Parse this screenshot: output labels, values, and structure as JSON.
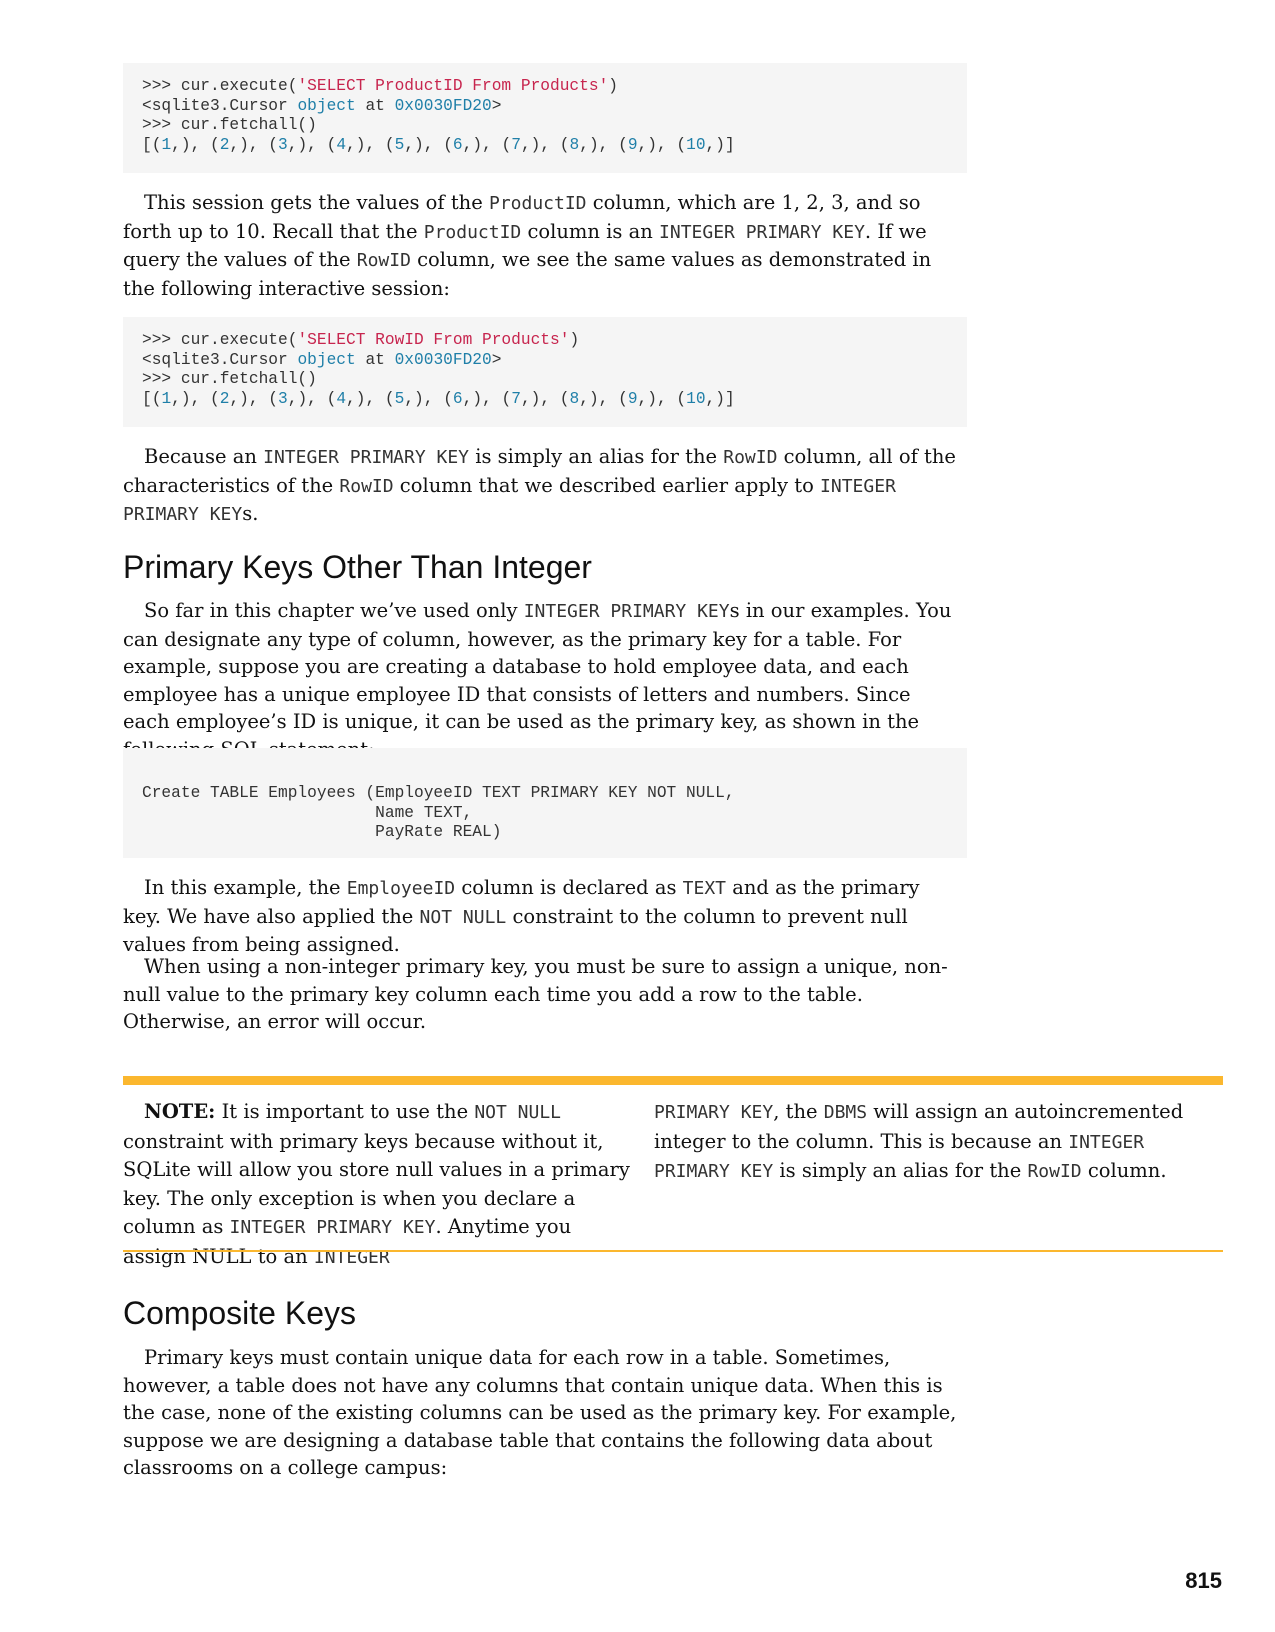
{
  "code1": {
    "l1a": ">>> cur.execute(",
    "l1s": "'SELECT ProductID From Products'",
    "l1b": ")",
    "l2a": "<sqlite3.Cursor ",
    "l2k": "object",
    "l2b": " at ",
    "l2n": "0x0030FD20",
    "l2c": ">",
    "l3": ">>> cur.fetchall()",
    "l4": [
      "[(",
      "1",
      ",), (",
      "2",
      ",), (",
      "3",
      ",), (",
      "4",
      ",), (",
      "5",
      ",), (",
      "6",
      ",), (",
      "7",
      ",), (",
      "8",
      ",), (",
      "9",
      ",), (",
      "10",
      ",)]"
    ]
  },
  "p1": {
    "a": "This session gets the values of the ",
    "m1": "ProductID",
    "b": " column, which are 1, 2, 3, and so forth up to 10. Recall that the ",
    "m2": "ProductID",
    "c": " column is an ",
    "m3": "INTEGER PRIMARY KEY",
    "d": ". If we query the values of the ",
    "m4": "RowID",
    "e": " column, we see the same values as demonstrated in the following interactive session:"
  },
  "code2": {
    "l1a": ">>> cur.execute(",
    "l1s": "'SELECT RowID From Products'",
    "l1b": ")",
    "l2a": "<sqlite3.Cursor ",
    "l2k": "object",
    "l2b": " at ",
    "l2n": "0x0030FD20",
    "l2c": ">",
    "l3": ">>> cur.fetchall()",
    "l4": [
      "[(",
      "1",
      ",), (",
      "2",
      ",), (",
      "3",
      ",), (",
      "4",
      ",), (",
      "5",
      ",), (",
      "6",
      ",), (",
      "7",
      ",), (",
      "8",
      ",), (",
      "9",
      ",), (",
      "10",
      ",)]"
    ]
  },
  "p2": {
    "a": "Because an ",
    "m1": "INTEGER PRIMARY KEY",
    "b": " is simply an alias for the ",
    "m2": "RowID",
    "c": " column, all of the characteristics of the ",
    "m3": "RowID",
    "d": " column that we described earlier apply to ",
    "m4": "INTEGER PRIMARY KEY",
    "e": "s."
  },
  "h1": "Primary Keys Other Than Integer",
  "p3": {
    "a": "So far in this chapter we’ve used only ",
    "m1": "INTEGER PRIMARY KEY",
    "b": "s in our examples. You can designate any type of column, however, as the primary key for a table. For example, suppose you are creating a database to hold employee data, and each employee has a unique employee ID that consists of letters and numbers. Since each employee’s ID is unique, it can be used as the primary key, as shown in the following SQL statement:"
  },
  "code3": {
    "l1": "Create TABLE Employees (EmployeeID TEXT PRIMARY KEY NOT NULL,",
    "l2": "                        Name TEXT,",
    "l3": "                        PayRate REAL)"
  },
  "p4": {
    "a": "In this example, the ",
    "m1": "EmployeeID",
    "b": " column is declared as ",
    "m2": "TEXT",
    "c": " and as the primary key. We have also applied the ",
    "m3": "NOT NULL",
    "d": " constraint to the column to prevent null values from being assigned."
  },
  "p5": "When using a non-integer primary key, you must be sure to assign a unique, non-null value to the primary key column each time you add a row to the table. Otherwise, an error will occur.",
  "note": {
    "label": "NOTE:",
    "a": " It is important to use the ",
    "m1": "NOT NULL",
    "b": " constraint with primary keys because without it, SQLite will allow you store null values in a primary key. The only exception is when you declare a column as ",
    "m2": "INTEGER PRIMARY KEY",
    "c": ". Anytime you assign NULL to an ",
    "m3": "INTEGER",
    "m4": "PRIMARY KEY",
    "d": ", the ",
    "m5": "DBMS",
    "e": " will assign an autoincremented integer to the column. This is because an ",
    "m6": "INTEGER PRIMARY KEY",
    "f": " is simply an alias for the ",
    "m7": "RowID",
    "g": " column."
  },
  "h2": "Composite Keys",
  "p6": "Primary keys must contain unique data for each row in a table. Sometimes, however, a table does not have any columns that contain unique data. When this is the case, none of the existing columns can be used as the primary key. For example, suppose we are designing a database table that contains the following data about classrooms on a college campus:",
  "page_number": "815",
  "colors": {
    "accent": "#fbb72e",
    "code_bg": "#f5f5f5",
    "string": "#c7254e",
    "keyword": "#1f7fa8"
  }
}
